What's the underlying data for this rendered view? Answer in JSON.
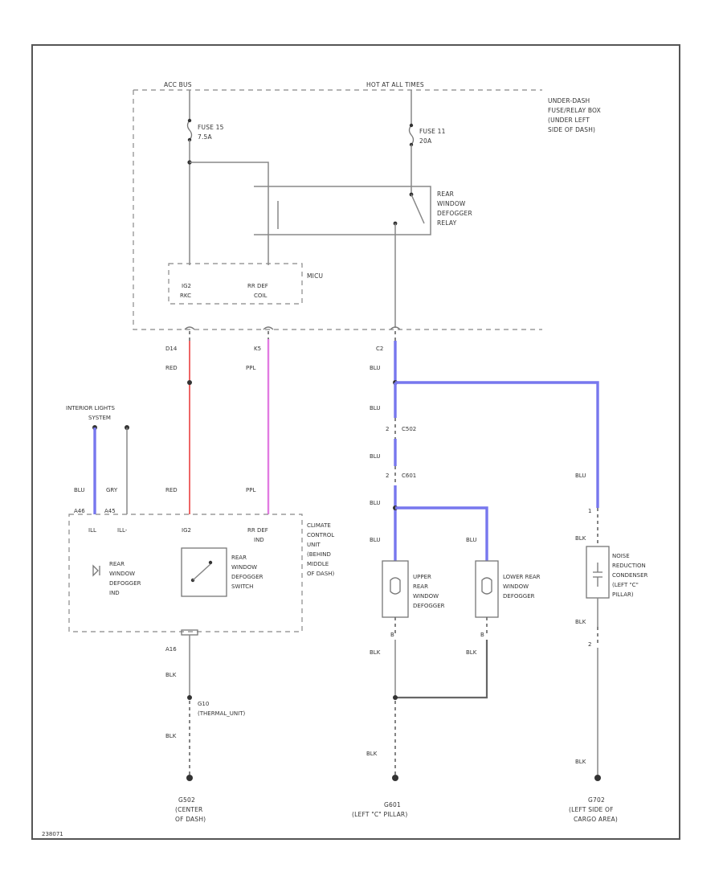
{
  "labels": {
    "acc_bus": "ACC BUS",
    "hot_all_times": "HOT AT ALL TIMES",
    "fuse15": "FUSE 15",
    "fuse15_amp": "7.5A",
    "fuse11": "FUSE 11",
    "fuse11_amp": "20A",
    "fusebox_1": "UNDER-DASH",
    "fusebox_2": "FUSE/RELAY BOX",
    "fusebox_3": "(UNDER LEFT",
    "fusebox_4": "SIDE OF DASH)",
    "relay_1": "REAR",
    "relay_2": "WINDOW",
    "relay_3": "DEFOGGER",
    "relay_4": "RELAY",
    "mcu": "MICU",
    "pin_ig2_1": "IG2",
    "pin_ig2_2": "RKC",
    "pin_rrdef_1": "RR DEF",
    "pin_rrdef_2": "COIL",
    "conn_d14": "D14",
    "conn_k5": "K5",
    "conn_c2": "C2",
    "red1": "RED",
    "ppl1": "PPL",
    "blu1": "BLU",
    "interior_1": "INTERIOR LIGHTS",
    "interior_2": "SYSTEM",
    "blu_left": "BLU",
    "gry_left": "GRY",
    "red2": "RED",
    "ppl2": "PPL",
    "blu2": "BLU",
    "c502": "C502",
    "blu3": "BLU",
    "c601": "C601",
    "blu4": "BLU",
    "blu5": "BLU",
    "blu6": "BLU",
    "blu_right": "BLU",
    "pin_a46": "A46",
    "pin_a45": "A45",
    "pin_ill": "ILL",
    "pin_ill2": "ILL-",
    "pin_ig2": "IG2",
    "pin_rrdef_ind_1": "RR DEF",
    "pin_rrdef_ind_2": "IND",
    "climate_1": "CLIMATE",
    "climate_2": "CONTROL",
    "climate_3": "UNIT",
    "climate_4": "(BEHIND",
    "climate_5": "MIDDLE",
    "climate_6": "OF DASH)",
    "ind_1": "REAR",
    "ind_2": "WINDOW",
    "ind_3": "DEFOGGER",
    "ind_4": "IND",
    "sw_1": "REAR",
    "sw_2": "WINDOW",
    "sw_3": "DEFOGGER",
    "sw_4": "SWITCH",
    "upper_1": "UPPER",
    "upper_2": "REAR",
    "upper_3": "WINDOW",
    "upper_4": "DEFOGGER",
    "lower_1": "LOWER REAR",
    "lower_2": "WINDOW",
    "lower_3": "DEFOGGER",
    "noise_1": "NOISE",
    "noise_2": "REDUCTION",
    "noise_3": "CONDENSER",
    "noise_4": "(LEFT \"C\"",
    "noise_5": "PILLAR)",
    "blk_noise": "BLK",
    "blk_noise2": "BLK",
    "pin_a16": "A16",
    "blk1": "BLK",
    "g10_1": "G10",
    "g10_2": "(THERMAL_UNIT)",
    "blk2": "BLK",
    "pin_b_upper": "B",
    "pin_b_lower": "B",
    "blk_upper": "BLK",
    "blk_lower": "BLK",
    "blk3": "BLK",
    "blk_right": "BLK",
    "pin_1": "1",
    "pin_2": "2",
    "pin_2b": "2",
    "pin_c1": "2",
    "g502_1": "G502",
    "g502_2": "(CENTER",
    "g502_3": "OF DASH)",
    "g601_1": "G601",
    "g601_2": "(LEFT \"C\" PILLAR)",
    "g702_1": "G702",
    "g702_2": "(LEFT SIDE OF",
    "g702_3": "CARGO AREA)",
    "footer": "238071"
  },
  "colors": {
    "red_wire": "#ee6666",
    "ppl_wire": "#e27be2",
    "blu_wire": "#7777ee"
  }
}
